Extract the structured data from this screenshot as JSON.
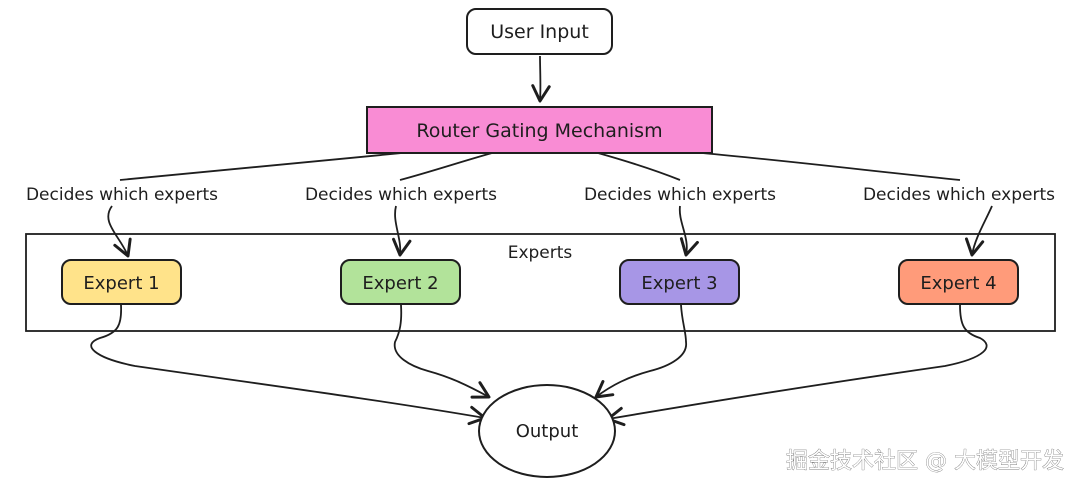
{
  "diagram": {
    "user_input": "User Input",
    "router": "Router Gating Mechanism",
    "decision_labels": [
      "Decides which experts",
      "Decides which experts",
      "Decides which experts",
      "Decides which experts"
    ],
    "experts_group_label": "Experts",
    "experts": [
      {
        "label": "Expert 1",
        "color": "#ffe38a"
      },
      {
        "label": "Expert 2",
        "color": "#b2e39a"
      },
      {
        "label": "Expert 3",
        "color": "#a796e6"
      },
      {
        "label": "Expert 4",
        "color": "#ff9b7a"
      }
    ],
    "output": "Output",
    "router_color": "#f98cd4"
  },
  "watermark": "掘金技术社区 @ 大模型开发"
}
